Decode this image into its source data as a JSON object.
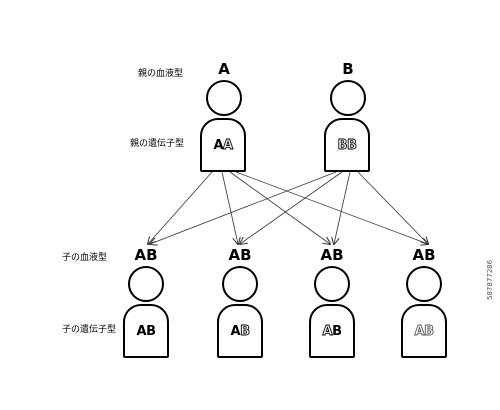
{
  "labels": {
    "parent_blood_type": "親の血液型",
    "parent_genotype": "親の遺伝子型",
    "child_blood_type": "子の血液型",
    "child_genotype": "子の遺伝子型"
  },
  "parents": [
    {
      "blood_type": "A",
      "genotype": [
        "A",
        "A"
      ]
    },
    {
      "blood_type": "B",
      "genotype": [
        "B",
        "B"
      ]
    }
  ],
  "children": [
    {
      "blood_type": "AB",
      "genotype": [
        "A",
        "B"
      ]
    },
    {
      "blood_type": "AB",
      "genotype": [
        "A",
        "B"
      ]
    },
    {
      "blood_type": "AB",
      "genotype": [
        "A",
        "B"
      ]
    },
    {
      "blood_type": "AB",
      "genotype": [
        "A",
        "B"
      ]
    }
  ],
  "watermark": "587877286"
}
